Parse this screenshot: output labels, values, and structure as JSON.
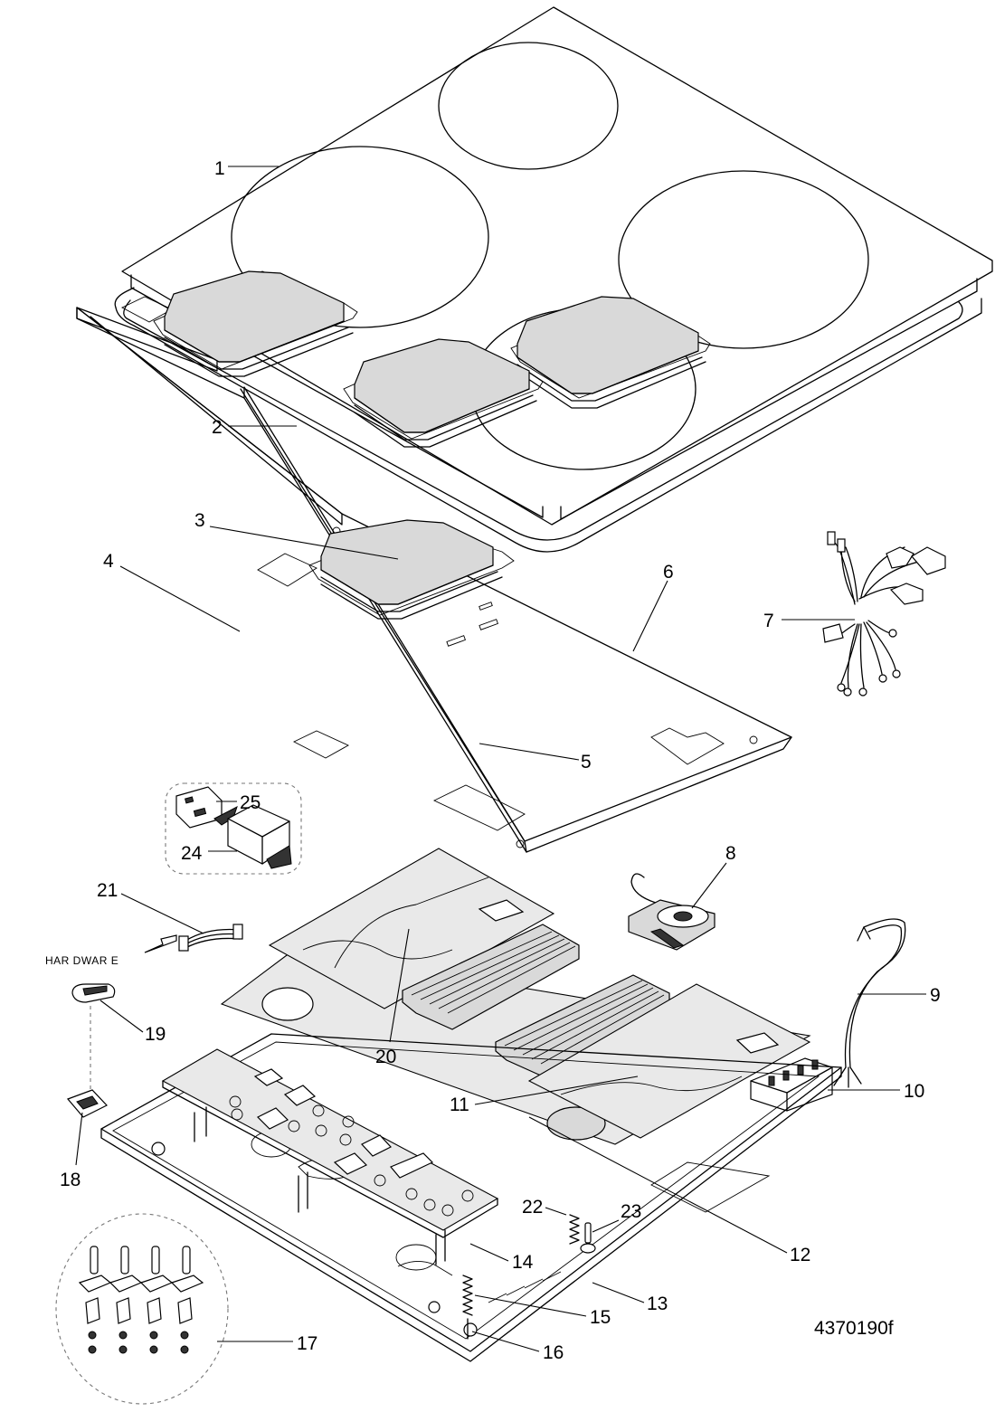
{
  "diagram": {
    "drawing_code": "4370190f",
    "hardware_label": "HAR DWAR E",
    "callouts": [
      {
        "id": "1",
        "label": "1"
      },
      {
        "id": "2",
        "label": "2"
      },
      {
        "id": "3",
        "label": "3"
      },
      {
        "id": "4",
        "label": "4"
      },
      {
        "id": "5",
        "label": "5"
      },
      {
        "id": "6",
        "label": "6"
      },
      {
        "id": "7",
        "label": "7"
      },
      {
        "id": "8",
        "label": "8"
      },
      {
        "id": "9",
        "label": "9"
      },
      {
        "id": "10",
        "label": "10"
      },
      {
        "id": "11",
        "label": "11"
      },
      {
        "id": "12",
        "label": "12"
      },
      {
        "id": "13",
        "label": "13"
      },
      {
        "id": "14",
        "label": "14"
      },
      {
        "id": "15",
        "label": "15"
      },
      {
        "id": "16",
        "label": "16"
      },
      {
        "id": "17",
        "label": "17"
      },
      {
        "id": "18",
        "label": "18"
      },
      {
        "id": "19",
        "label": "19"
      },
      {
        "id": "20",
        "label": "20"
      },
      {
        "id": "21",
        "label": "21"
      },
      {
        "id": "22",
        "label": "22"
      },
      {
        "id": "23",
        "label": "23"
      },
      {
        "id": "24",
        "label": "24"
      },
      {
        "id": "25",
        "label": "25"
      }
    ]
  }
}
